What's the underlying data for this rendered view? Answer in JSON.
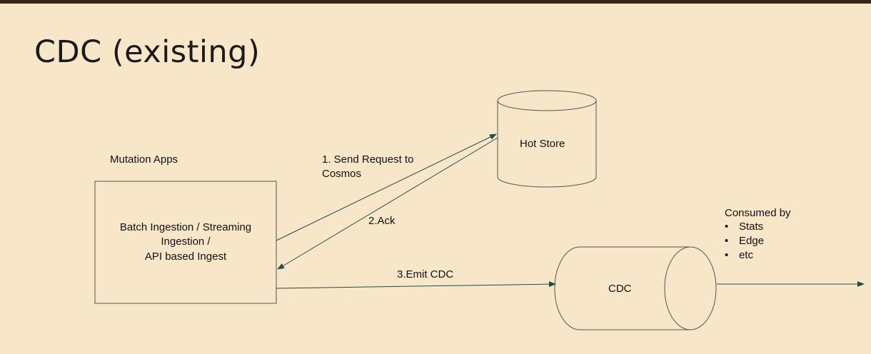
{
  "slide": {
    "title": "CDC (existing)"
  },
  "diagram": {
    "mutation_apps_label": "Mutation Apps",
    "ingestion_box": {
      "line1": "Batch Ingestion / Streaming",
      "line2": "Ingestion /",
      "line3": "API based Ingest"
    },
    "hot_store_label": "Hot Store",
    "cdc_label": "CDC",
    "send_request": {
      "line1": "1. Send Request to",
      "line2": "Cosmos"
    },
    "ack_label": "2.Ack",
    "emit_label": "3.Emit CDC",
    "consumed_by": {
      "heading": "Consumed by",
      "items": [
        "Stats",
        "Edge",
        "etc"
      ]
    }
  },
  "colors": {
    "background": "#f8e6c8",
    "arrow": "#1f4f49",
    "shape_stroke": "#555555"
  }
}
